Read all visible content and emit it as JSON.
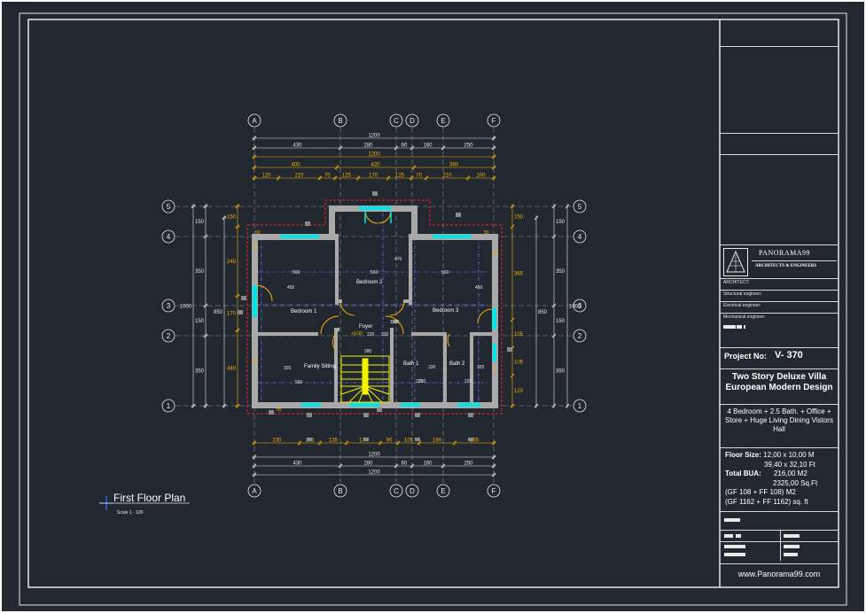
{
  "colors": {
    "background": "#212830",
    "frame": "#e8e8e8",
    "wall": "#a9a9a9",
    "dim_white": "#e8e8e8",
    "dim_orange": "#ffb000",
    "grid_blue": "#6b6bff",
    "red_outline": "#ff2020",
    "cyan": "#00e5e5",
    "stair": "#f3f300"
  },
  "plan": {
    "title": "First Floor Plan",
    "scale": "Scale  1 - 100",
    "grid_cols": [
      "A",
      "B",
      "C",
      "D",
      "E",
      "F"
    ],
    "grid_rows": [
      "5",
      "4",
      "3",
      "2",
      "1"
    ],
    "dims": {
      "total_w": "1200",
      "top_row1": [
        "430",
        "280",
        "60",
        "160",
        "250"
      ],
      "top_row3": [
        "400",
        "420",
        "380"
      ],
      "top_row4": [
        "120",
        "210",
        "70",
        "125",
        "170",
        "125",
        "70",
        "210",
        "100"
      ],
      "bottom_row1": [
        "230",
        "105",
        "135",
        "170",
        "90",
        "105",
        "180",
        "185"
      ],
      "bottom_row3": [
        "430",
        "280",
        "60",
        "160",
        "250"
      ],
      "left_outer": [
        "150",
        "350",
        "150",
        "350"
      ],
      "left_mid": [
        "150",
        "240",
        "170",
        "440"
      ],
      "left_total": "1000",
      "left_850": "850",
      "right_outer": [
        "150",
        "350",
        "150",
        "350"
      ],
      "right_mid": [
        "150",
        "365",
        "105",
        "105",
        "120"
      ],
      "right_total": "1000",
      "right_850": "850"
    },
    "rooms": [
      "Bedroom 1",
      "Bedroom 2",
      "Bedroom 3",
      "Foyer",
      "Family Sitting",
      "Bath 1",
      "Bath 2"
    ],
    "inner_dims": [
      "560",
      "560",
      "470",
      "450",
      "450",
      "380",
      "560",
      "320",
      "320",
      "320",
      "110",
      "220",
      "220",
      "220",
      "230",
      "560",
      "220",
      "280"
    ],
    "small_labels": [
      "50",
      "50",
      "30",
      "30",
      "50",
      "50",
      "50",
      "+3.00"
    ]
  },
  "title_block": {
    "brand": "PANORAMA99",
    "brand_sub": "ARCHITECTS & ENGINEERS",
    "architect": "ARCHITECT:",
    "structural": "Structural engineer:",
    "electrical": "Electrical engineer:",
    "mechanical": "Mechanical engineer:",
    "project_label": "Project No:",
    "project_no": "V- 370",
    "title": "Two Story Deluxe Villa European Modern Design",
    "description": "4 Bedroom + 2.5 Bath. + Office + Store + Huge Living Dining Vistors Hall",
    "floor_size_label": "Floor Size:",
    "floor_size_m": "12,00 x 10,00 M",
    "floor_size_ft": "39,40 x 32,10 Ft",
    "bua_label": "Total BUA:",
    "bua_m": "216,00 M2",
    "bua_ft": "2325,00 Sq.Ft",
    "gf_m": "(GF 108 + FF 108) M2",
    "gf_ft": "(GF 1162 + FF 1162) sq. ft",
    "website": "www.Panorama99.com"
  }
}
